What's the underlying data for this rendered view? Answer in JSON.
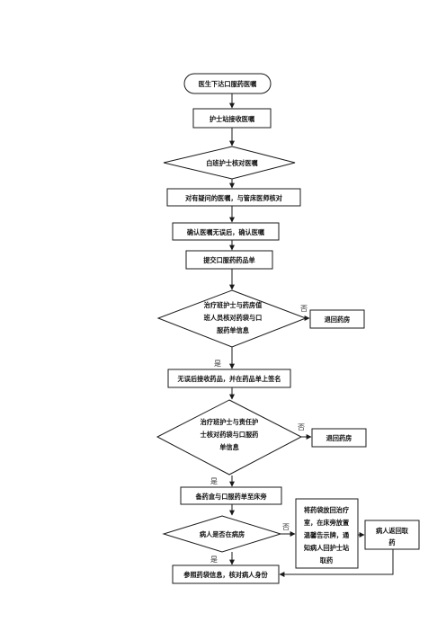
{
  "nodes": {
    "start": "医生下达口服药医嘱",
    "receive": "护士站接收医嘱",
    "check_day": "白班护士核对医嘱",
    "question": "对有疑问的医嘱，与管床医师核对",
    "confirm": "确认医嘱无误后，确认医嘱",
    "submit": "提交口服药药品单",
    "check_pharm": [
      "治疗班护士与药房值",
      "班人员核对药袋与口",
      "服药单信息"
    ],
    "return1": "退回药房",
    "sign": "无误后接收药品，并在药品单上签名",
    "check_resp": [
      "治疗班护士与责任护",
      "士核对药袋与口服药",
      "单信息"
    ],
    "return2": "退回药房",
    "prepare": "备药盒与口服药单至床旁",
    "in_room": "病人是否在病房",
    "hold": [
      "将药袋放回治疗",
      "室，在床旁放置",
      "温馨告示牌，通",
      "知病人回护士站",
      "取药"
    ],
    "fetch": [
      "病人返回取",
      "药"
    ],
    "verify": "参照药袋信息，核对病人身份"
  },
  "edge_labels": {
    "no1": "否",
    "yes1": "是",
    "no2": "否",
    "yes2": "是",
    "no3": "否",
    "yes3": "是"
  }
}
